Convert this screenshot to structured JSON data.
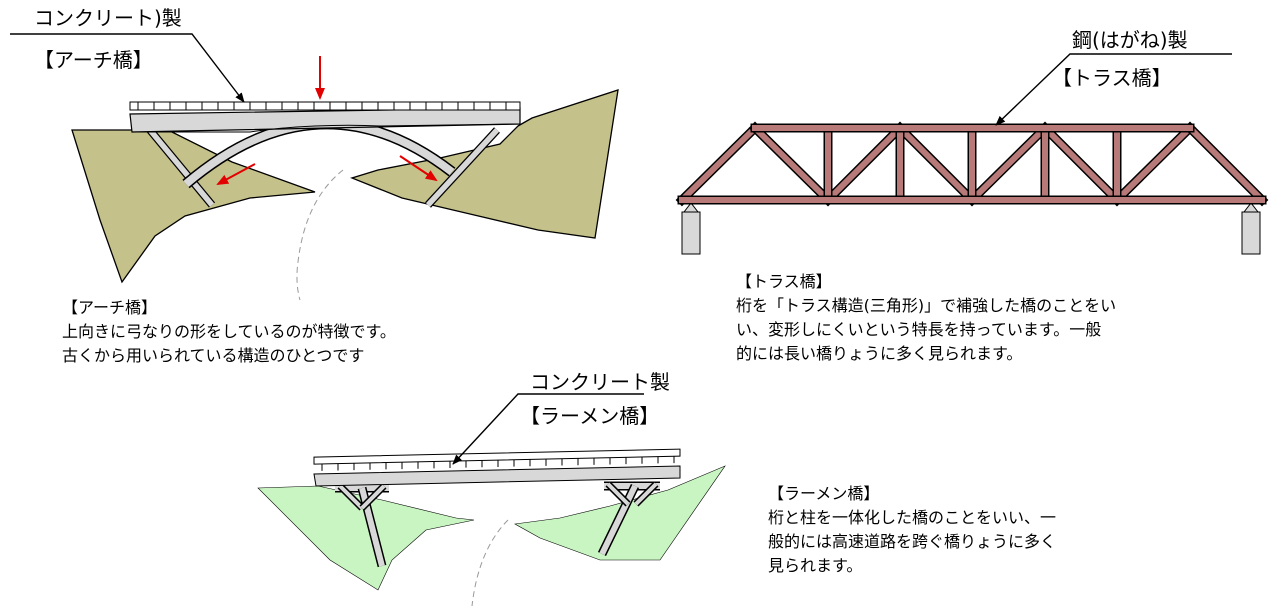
{
  "arch": {
    "material": "コンクリート)製",
    "tag": "【アーチ橋】",
    "desc_title": "【アーチ橋】",
    "desc_lines": [
      "上向きに弓なりの形をしているのが特徴です。",
      "古くから用いられている構造のひとつです"
    ]
  },
  "truss": {
    "material": "鋼(はがね)製",
    "tag": "【トラス橋】",
    "desc_title": "【トラス橋】",
    "desc_lines": [
      "桁を「トラス構造(三角形)」で補強した橋のことをい",
      "い、変形しにくいという特長を持っています。一般",
      "的には長い橋りょうに多く見られます。"
    ]
  },
  "rahmen": {
    "material": "コンクリート製",
    "tag": "【ラーメン橋】",
    "desc_title": "【ラーメン橋】",
    "desc_lines": [
      "桁と柱を一体化した橋のことをいい、一",
      "般的には高速道路を跨ぐ橋りょうに多く",
      "見られます。"
    ]
  },
  "colors": {
    "arch_ground": "#c4c18a",
    "rahmen_ground": "#c9f5c2",
    "truss_member": "#b87a78",
    "concrete": "#d8d8d8",
    "force_arrow": "#e30000"
  }
}
